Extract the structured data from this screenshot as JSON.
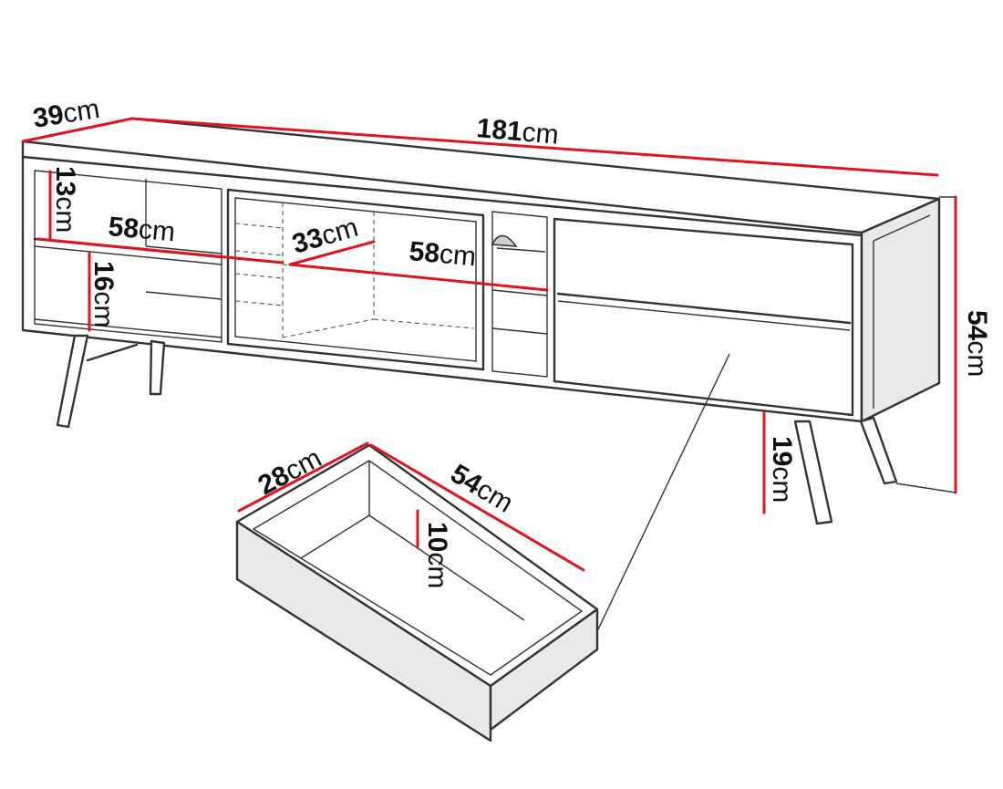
{
  "units": "cm",
  "furniture": {
    "width": "181",
    "depth": "39",
    "height": "54",
    "leg_height": "19",
    "upper_shelf_gap": "13",
    "lower_shelf_gap": "16",
    "shelf_width_left": "58",
    "shelf_width_center": "58",
    "shelf_depth": "33"
  },
  "drawer": {
    "depth": "28",
    "length": "54",
    "height": "10"
  },
  "colors": {
    "outline": "#333333",
    "dimension_line": "#e0141e",
    "label": "#111111"
  }
}
